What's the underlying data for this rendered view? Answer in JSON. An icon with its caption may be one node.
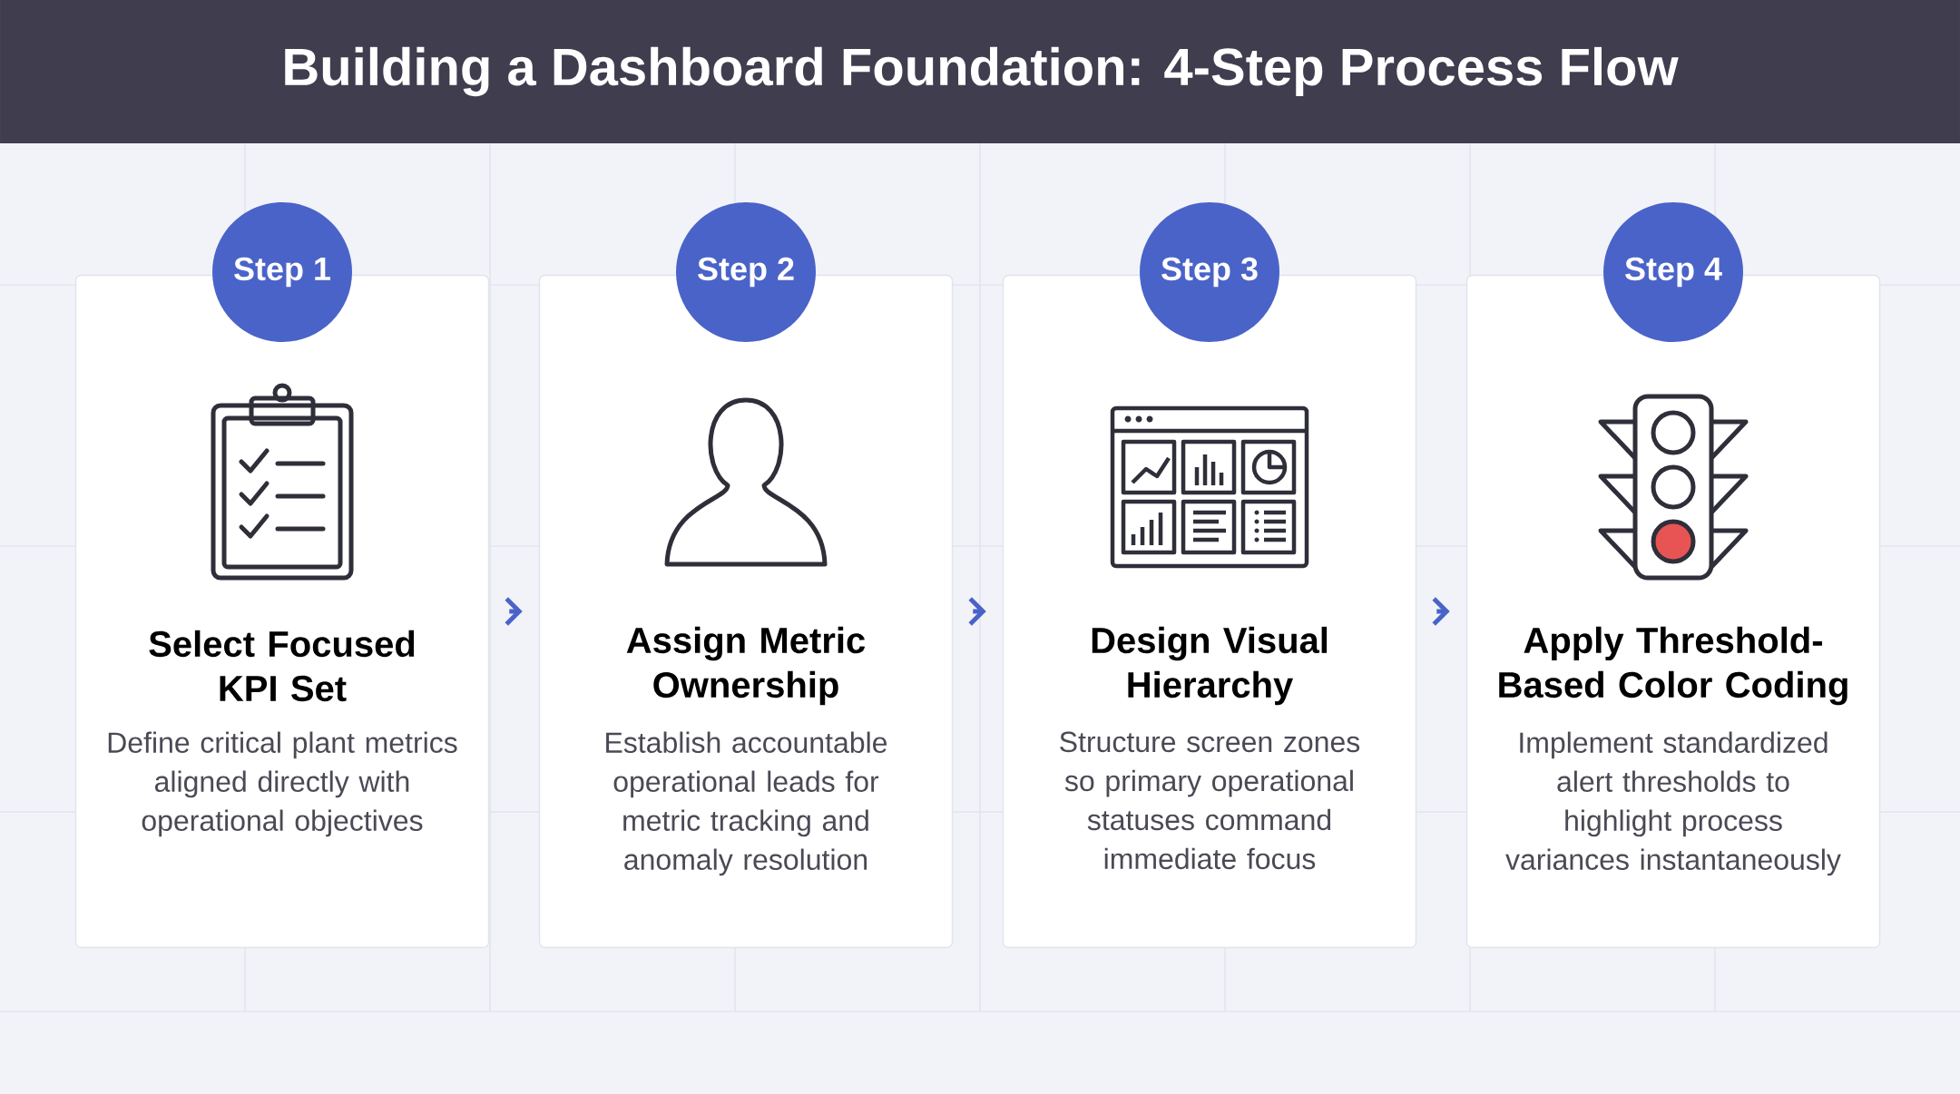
{
  "diagram": {
    "title": "Building a Dashboard Foundation: 4-Step Process Flow",
    "nodes": [
      {
        "text": [
          "Step 1"
        ]
      },
      {
        "text": [
          "Select Focused KPI Set",
          "Define critical plant metrics aligned directly with operational objectives"
        ]
      },
      {
        "text": [
          "Step 2"
        ]
      },
      {
        "text": [
          "Assign Metric Ownership",
          "Establish accountable operational leads for metric tracking and anomaly resolution"
        ]
      },
      {
        "text": [
          "Step 3"
        ]
      },
      {
        "text": [
          "Design Visual Hierarchy",
          "Structure screen zones so primary operational statuses command immediate focus"
        ]
      },
      {
        "text": [
          "Step 4"
        ]
      },
      {
        "text": [
          "Apply Threshold-Based Color Coding",
          "Implement standardized alert thresholds to highlight process variances instantaneously"
        ]
      }
    ],
    "edges": [
      {
        "from": 1,
        "to": 3,
        "arrow": "to"
      },
      {
        "from": 3,
        "to": 5,
        "arrow": "to"
      },
      {
        "from": 5,
        "to": 7,
        "arrow": "to"
      }
    ]
  }
}
